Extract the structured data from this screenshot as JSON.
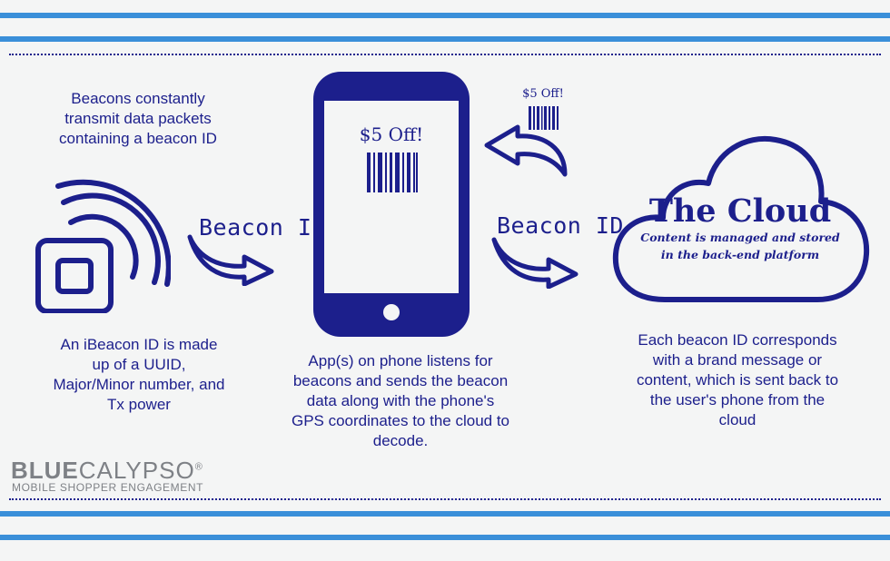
{
  "texts": {
    "beacon_transmit": "Beacons constantly transmit data packets containing a beacon ID",
    "ibeacon_id": "An iBeacon ID is made up of a UUID, Major/Minor number, and Tx power",
    "app_listens": "App(s) on phone listens for beacons and sends the beacon data along with the phone's GPS coordinates to the cloud to decode.",
    "each_beacon": "Each beacon ID corresponds with a brand message or content, which is sent back to the user's phone from the cloud"
  },
  "labels": {
    "beacon_id_left": "Beacon ID",
    "beacon_id_right": "Beacon ID"
  },
  "cloud": {
    "title": "The Cloud",
    "subtitle": "Content is managed and stored in the back-end platform"
  },
  "offers": {
    "phone_offer": "$5 Off!",
    "return_offer": "$5 Off!"
  },
  "brand": {
    "part1": "BLUE",
    "part2": "CALYPSO",
    "mark": "®",
    "tagline": "MOBILE SHOPPER ENGAGEMENT"
  },
  "colors": {
    "primary": "#1c1f8c",
    "accent_bar": "#3a8fd9",
    "brand_gray": "#7e8186",
    "background": "#f4f5f5"
  }
}
